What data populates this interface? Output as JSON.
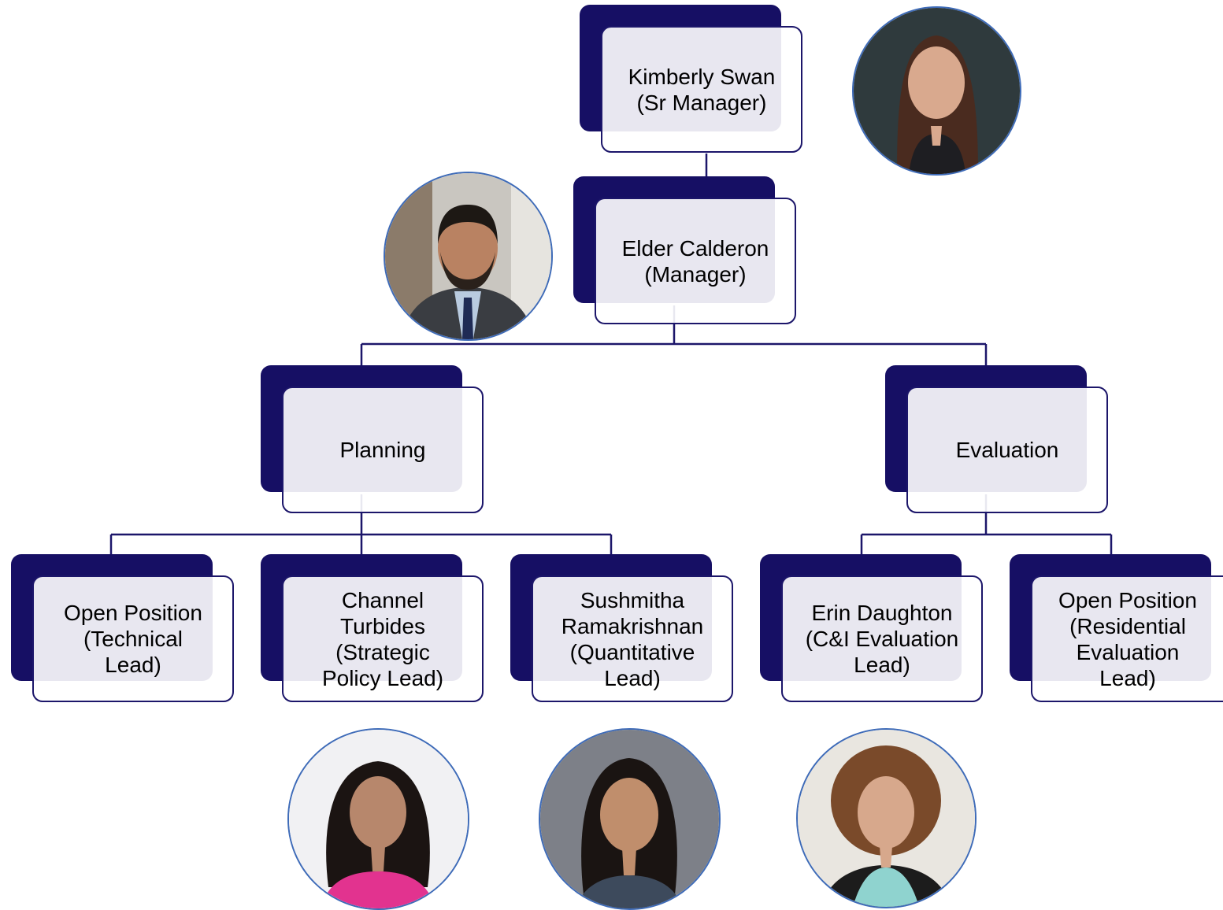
{
  "colors": {
    "accent_dark": "#160f64",
    "connector": "#1c166a",
    "photo_ring": "#3e6bb8"
  },
  "org": {
    "sr_manager": "Kimberly Swan\n(Sr Manager)",
    "manager": "Elder Calderon\n(Manager)",
    "planning": "Planning",
    "evaluation": "Evaluation",
    "technical_lead": "Open Position\n(Technical\nLead)",
    "strategic_policy_lead": "Channel\nTurbides\n(Strategic\nPolicy Lead)",
    "quantitative_lead": "Sushmitha\nRamakrishnan\n(Quantitative\nLead)",
    "ci_evaluation_lead": "Erin Daughton\n(C&I Evaluation\nLead)",
    "residential_evaluation_lead": "Open Position\n(Residential\nEvaluation\nLead)"
  },
  "photos": {
    "kimberly": "portrait-photo",
    "elder": "portrait-photo",
    "channel": "portrait-photo",
    "sushmitha": "portrait-photo",
    "erin": "portrait-photo"
  }
}
